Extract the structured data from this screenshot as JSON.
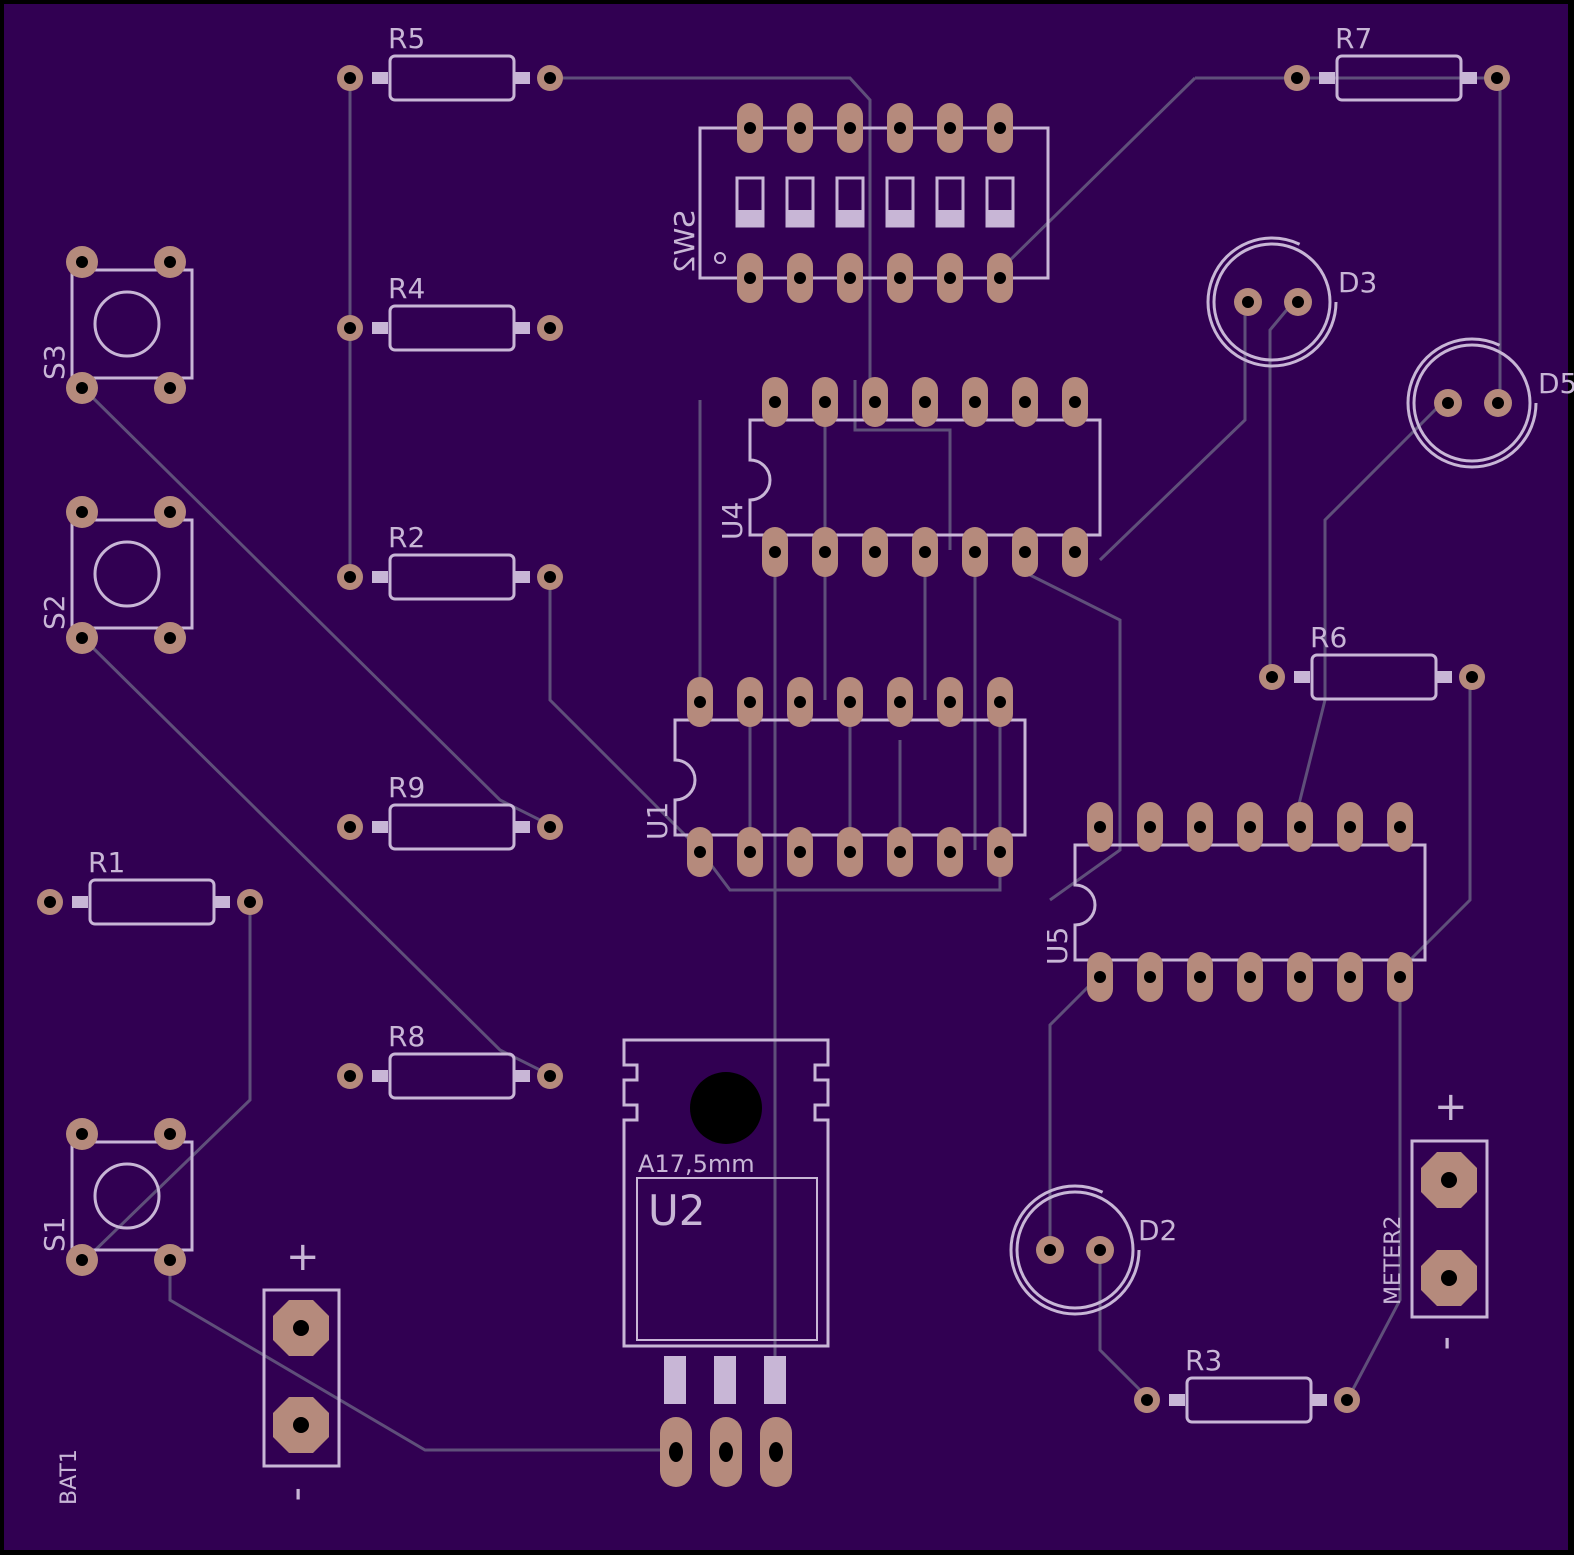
{
  "colors": {
    "board": "#310052",
    "silk": "#c8b6d6",
    "trace": "#5f4f7a",
    "copper": "#b58a7c",
    "drill": "#000000"
  },
  "labels": {
    "r1": "R1",
    "r2": "R2",
    "r3": "R3",
    "r4": "R4",
    "r5": "R5",
    "r6": "R6",
    "r7": "R7",
    "r8": "R8",
    "r9": "R9",
    "s1": "S1",
    "s2": "S2",
    "s3": "S3",
    "sw2": "SW2",
    "u1": "U1",
    "u2": "U2",
    "u4": "U4",
    "u5": "U5",
    "d2": "D2",
    "d3": "D3",
    "d5": "D5",
    "bat1": "BAT1",
    "meter2": "METER2",
    "heatsink": "A17,5mm",
    "plus": "+",
    "minus": "-"
  }
}
